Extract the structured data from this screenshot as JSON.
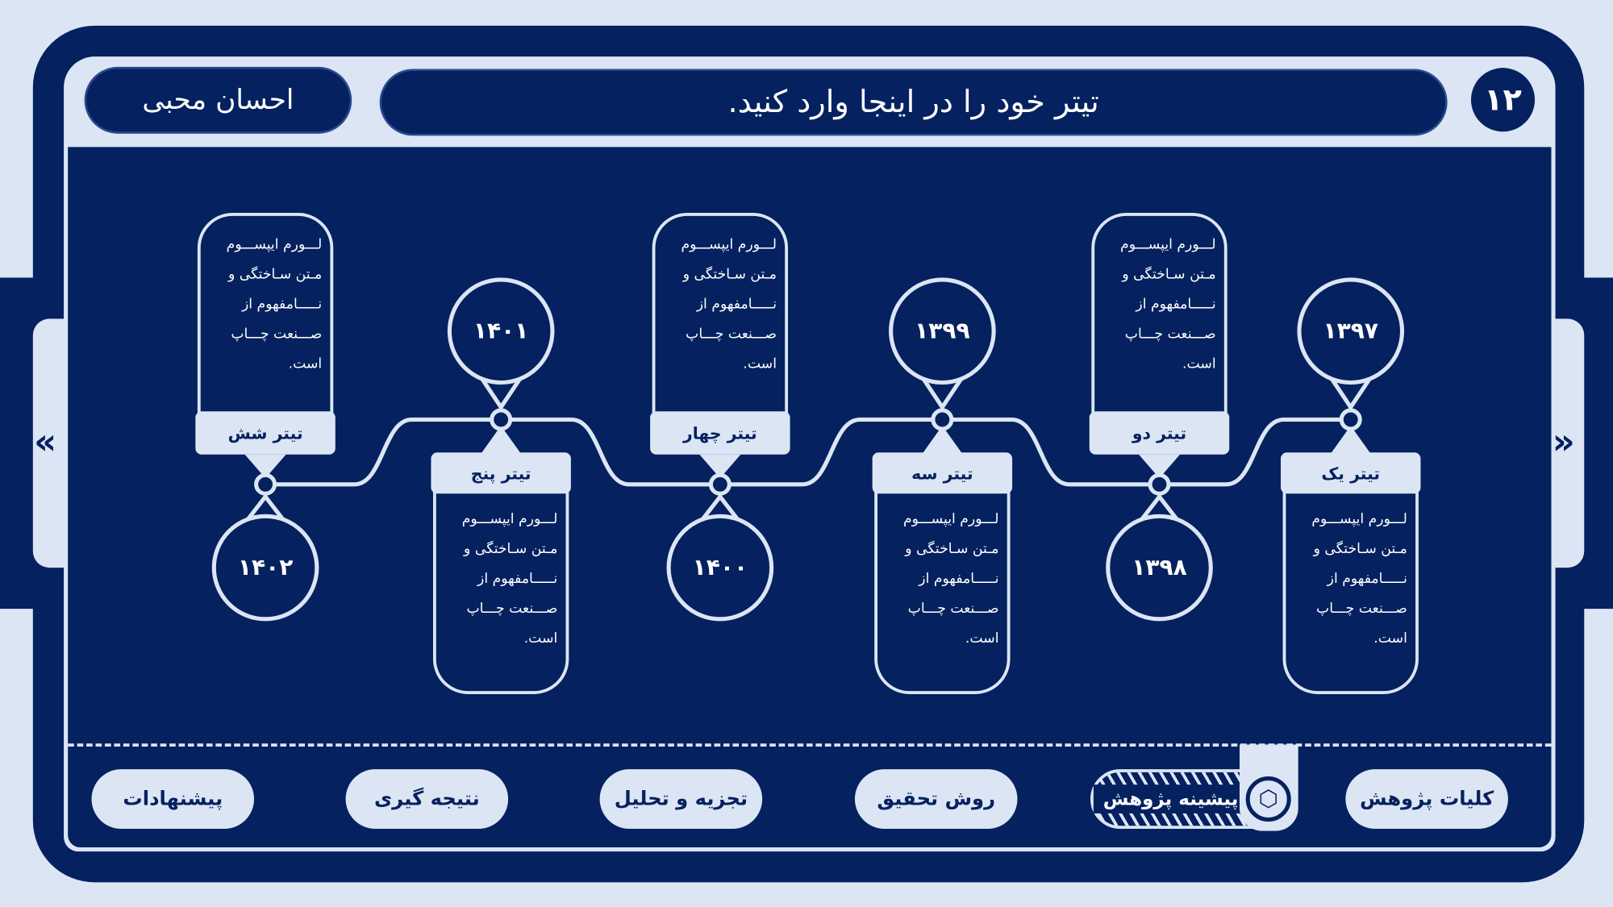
{
  "header": {
    "slide_number": "۱۲",
    "title": "تیتر خود را در اینجا وارد کنید.",
    "author": "احسان محبی"
  },
  "arrows": {
    "prev": "«",
    "next": "»"
  },
  "timeline": [
    {
      "year": "۱۳۹۷",
      "title": "تیتر یک",
      "lines": [
        "لـــورم ایپســـوم",
        "مـتن سـاختگی و",
        "نـــــامفهوم از",
        "صـــنعت چـــاپ",
        "است."
      ]
    },
    {
      "year": "۱۳۹۸",
      "title": "تیتر دو",
      "lines": [
        "لـــورم ایپســـوم",
        "مـتن سـاختگی و",
        "نـــــامفهوم از",
        "صـــنعت چـــاپ",
        "است."
      ]
    },
    {
      "year": "۱۳۹۹",
      "title": "تیتر سه",
      "lines": [
        "لـــورم ایپســـوم",
        "مـتن سـاختگی و",
        "نـــــامفهوم از",
        "صـــنعت چـــاپ",
        "است."
      ]
    },
    {
      "year": "۱۴۰۰",
      "title": "تیتر چهار",
      "lines": [
        "لـــورم ایپســـوم",
        "مـتن سـاختگی و",
        "نـــــامفهوم از",
        "صـــنعت چـــاپ",
        "است."
      ]
    },
    {
      "year": "۱۴۰۱",
      "title": "تیتر پنج",
      "lines": [
        "لـــورم ایپســـوم",
        "مـتن سـاختگی و",
        "نـــــامفهوم از",
        "صـــنعت چـــاپ",
        "است."
      ]
    },
    {
      "year": "۱۴۰۲",
      "title": "تیتر شش",
      "lines": [
        "لـــورم ایپســـوم",
        "مـتن سـاختگی و",
        "نـــــامفهوم از",
        "صـــنعت چـــاپ",
        "است."
      ]
    }
  ],
  "nav": [
    {
      "label": "کلیات پژوهش",
      "active": false
    },
    {
      "label": "پیشینه پژوهش",
      "active": true
    },
    {
      "label": "روش تحقیق",
      "active": false
    },
    {
      "label": "تجزیه و تحلیل",
      "active": false
    },
    {
      "label": "نتیجه گیری",
      "active": false
    },
    {
      "label": "پیشنهادات",
      "active": false
    }
  ],
  "colors": {
    "dark": "#05215f",
    "light": "#dbe5f4"
  }
}
